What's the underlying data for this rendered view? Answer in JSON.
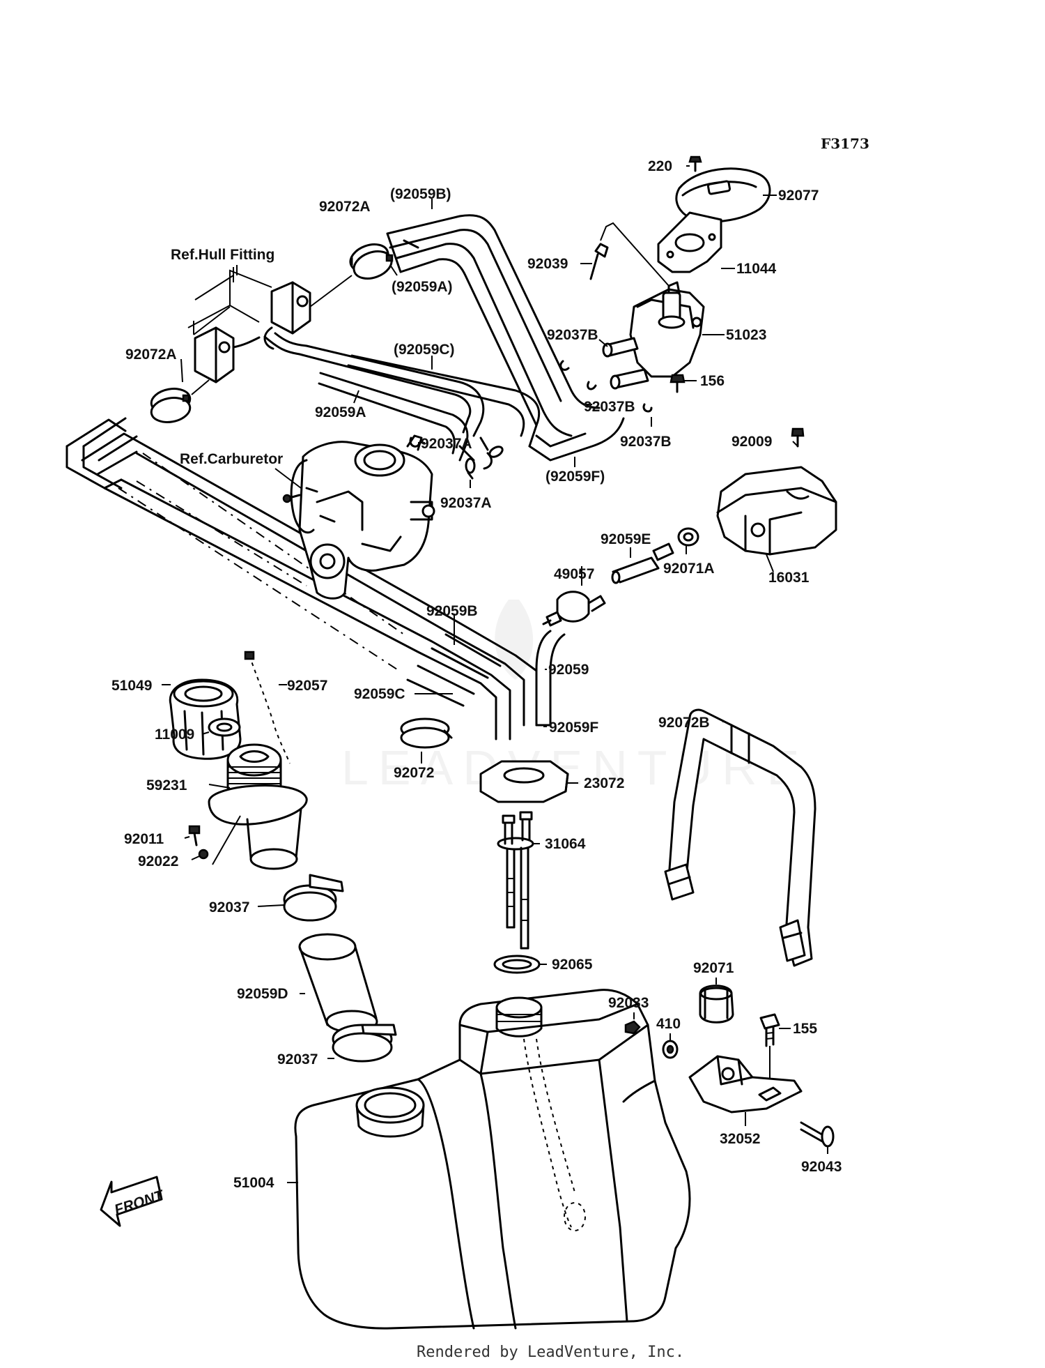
{
  "figure_code": "F3173",
  "watermark": "LEADVENTURE",
  "credit": "Rendered by LeadVenture, Inc.",
  "front_arrow": "FRONT",
  "references": {
    "hull_fitting": "Ref.Hull Fitting",
    "carburetor": "Ref.Carburetor"
  },
  "labels": {
    "p220": "220",
    "p92077": "92077",
    "p92059B_paren": "(92059B)",
    "p92072A_top": "92072A",
    "p92039": "92039",
    "p11044": "11044",
    "p92059A_paren": "(92059A)",
    "p92037B_1": "92037B",
    "p51023": "51023",
    "p92072A_left": "92072A",
    "p92059C_paren": "(92059C)",
    "p156": "156",
    "p92037B_2": "92037B",
    "p92059A": "92059A",
    "p92037B_3": "92037B",
    "p92009": "92009",
    "p92037A_1": "92037A",
    "p92059F_paren": "(92059F)",
    "p92037A_2": "92037A",
    "p92059E": "92059E",
    "p49057": "49057",
    "p92071A": "92071A",
    "p16031": "16031",
    "p92059B": "92059B",
    "p92059": "92059",
    "p51049": "51049",
    "p92057": "92057",
    "p92059C": "92059C",
    "p92059F": "92059F",
    "p11009": "11009",
    "p92072B": "92072B",
    "p92072": "92072",
    "p23072": "23072",
    "p59231": "59231",
    "p31064": "31064",
    "p92011": "92011",
    "p92022": "92022",
    "p92037_1": "92037",
    "p92065": "92065",
    "p92071": "92071",
    "p92033": "92033",
    "p410": "410",
    "p155": "155",
    "p92059D": "92059D",
    "p92037_2": "92037",
    "p32052": "32052",
    "p92043": "92043",
    "p51004": "51004"
  }
}
